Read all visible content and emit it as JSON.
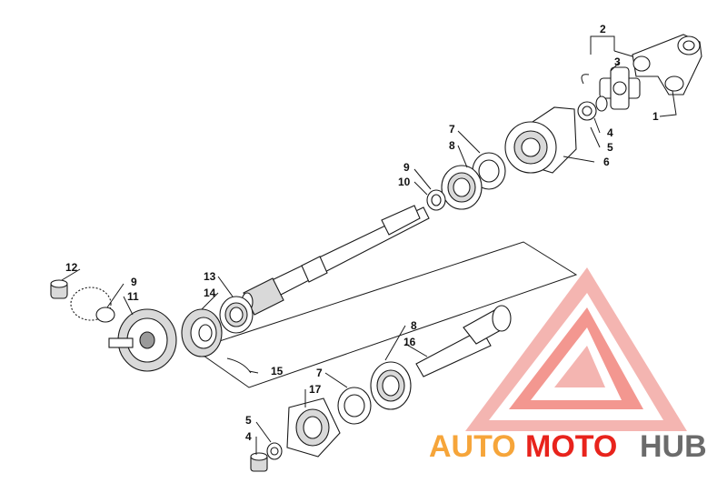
{
  "callouts": {
    "c1": "1",
    "c2": "2",
    "c3": "3",
    "c4a": "4",
    "c5a": "5",
    "c6": "6",
    "c7a": "7",
    "c8a": "8",
    "c9a": "9",
    "c10": "10",
    "c12": "12",
    "c9b": "9",
    "c11": "11",
    "c13": "13",
    "c14": "14",
    "c15": "15",
    "c8b": "8",
    "c16": "16",
    "c7b": "7",
    "c17": "17",
    "c5b": "5",
    "c4b": "4"
  },
  "watermark": {
    "part1": "AUTO",
    "part2": "MOTO",
    "part3": "HUB",
    "colors": {
      "red": "#e8231c",
      "orange": "#f6a53a",
      "gray": "#6b6b6b"
    }
  }
}
